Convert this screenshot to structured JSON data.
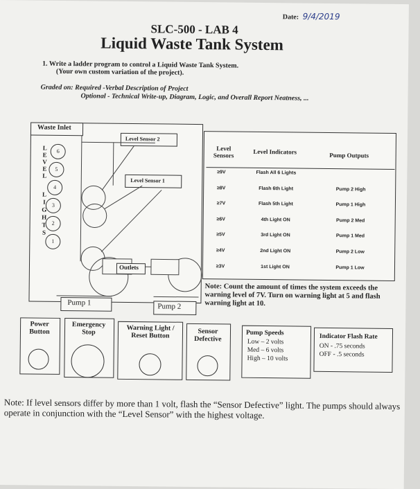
{
  "header": {
    "date_label": "Date:",
    "date_value": "9/4/2019",
    "title": "SLC-500 - LAB 4",
    "subtitle": "Liquid Waste Tank System"
  },
  "question": {
    "number": "1.",
    "line1": "Write a ladder program to control a Liquid Waste Tank System.",
    "line2": "(Your own custom variation of the project)."
  },
  "graded": {
    "label": "Graded on:",
    "required": "Required -Verbal Description of Project",
    "optional": "Optional - Technical Write-up, Diagram, Logic, and Overall Report Neatness, ..."
  },
  "diagram": {
    "waste_inlet": "Waste Inlet",
    "level_sensor_2": "Level Sensor 2",
    "level_sensor_1": "Level Sensor 1",
    "level_letters": [
      "L",
      "E",
      "V",
      "E",
      "L"
    ],
    "lights_letters": [
      "L",
      "I",
      "G",
      "H",
      "T",
      "S"
    ],
    "light_numbers": [
      "6",
      "5",
      "4",
      "3",
      "2",
      "1"
    ],
    "outlets": "Outlets",
    "pump1": "Pump 1",
    "pump2": "Pump 2"
  },
  "table": {
    "col1": "Level Sensors",
    "col2": "Level Indicators",
    "col3": "Pump Outputs",
    "rows": [
      {
        "sensor": "≥9V",
        "indicator": "Flash All 6 Lights",
        "pump": ""
      },
      {
        "sensor": "≥8V",
        "indicator": "Flash 6th Light",
        "pump": "Pump 2 High"
      },
      {
        "sensor": "≥7V",
        "indicator": "Flash 5th Light",
        "pump": "Pump 1 High"
      },
      {
        "sensor": "≥6V",
        "indicator": "4th Light ON",
        "pump": "Pump 2 Med"
      },
      {
        "sensor": "≥5V",
        "indicator": "3rd Light ON",
        "pump": "Pump 1 Med"
      },
      {
        "sensor": "≥4V",
        "indicator": "2nd Light ON",
        "pump": "Pump 2 Low"
      },
      {
        "sensor": "≥3V",
        "indicator": "1st Light ON",
        "pump": "Pump 1 Low"
      }
    ]
  },
  "note": "Note: Count the amount of times the system exceeds the warning level of 7V. Turn on warning light at 5 and flash warning light at 10.",
  "buttons": [
    {
      "label": "Power Button"
    },
    {
      "label": "Emergency Stop"
    },
    {
      "label": "Warning Light / Reset Button"
    },
    {
      "label": "Sensor Defective"
    }
  ],
  "pump_speeds": {
    "title": "Pump Speeds",
    "low": "Low – 2 volts",
    "med": "Med – 6 volts",
    "high": "High – 10 volts"
  },
  "flash_rate": {
    "title": "Indicator Flash Rate",
    "on": "ON - .75 seconds",
    "off": "OFF - .5 seconds"
  },
  "bottom_note": "Note: If level sensors differ by more than 1 volt, flash the “Sensor Defective” light. The pumps should always operate in conjunction with the “Level Sensor” with the highest voltage."
}
